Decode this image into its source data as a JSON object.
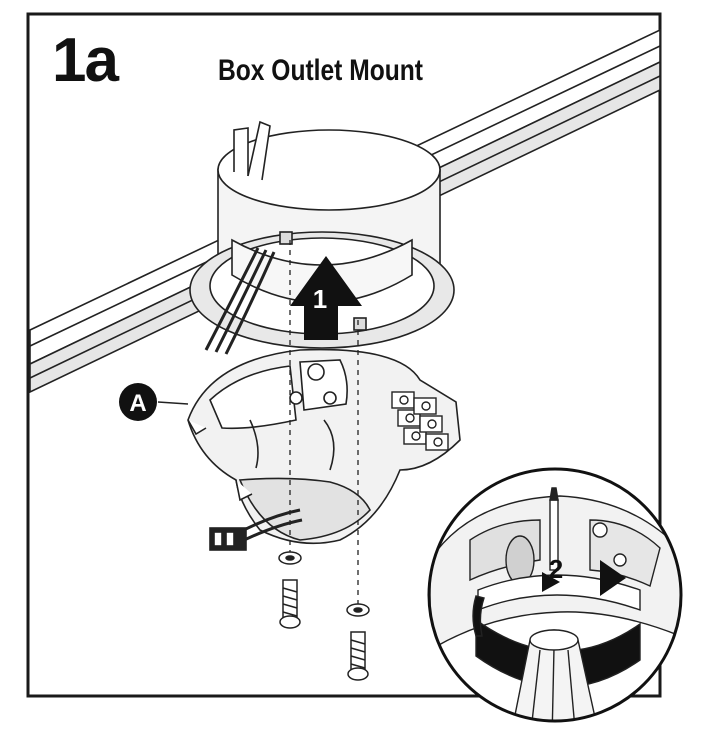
{
  "step": {
    "number": "1a",
    "title": "Box Outlet Mount"
  },
  "callouts": {
    "part_label": "A",
    "arrow_up_label": "1",
    "rotate_label": "2"
  },
  "colors": {
    "line": "#111111",
    "frame": "#1a1a1a",
    "fill_light": "#f2f2f2",
    "fill_mid": "#d9d9d9",
    "arrow": "#111111"
  }
}
